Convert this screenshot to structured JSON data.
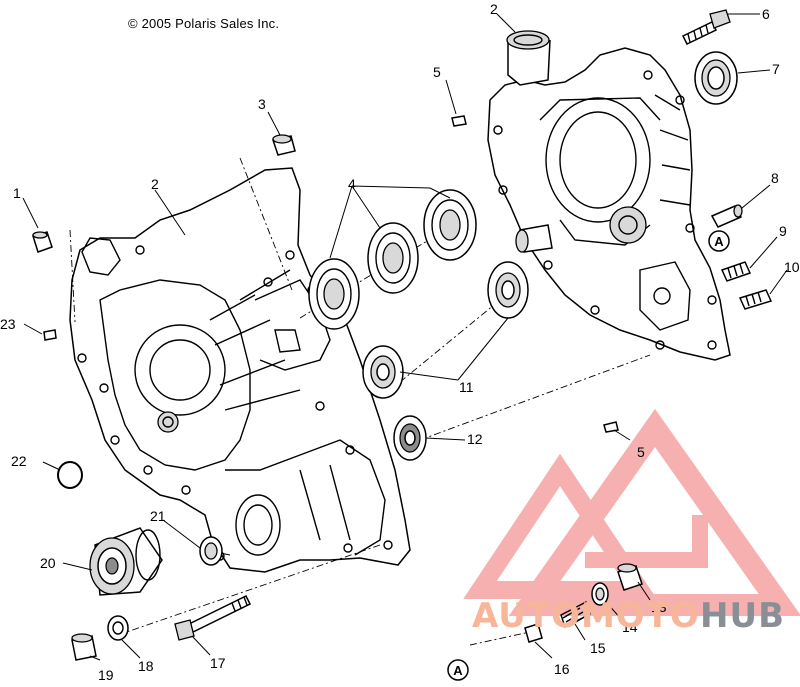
{
  "copyright": "© 2005 Polaris Sales Inc.",
  "callouts": [
    {
      "id": "c1",
      "text": "1"
    },
    {
      "id": "c2a",
      "text": "2"
    },
    {
      "id": "c2b",
      "text": "2"
    },
    {
      "id": "c3",
      "text": "3"
    },
    {
      "id": "c4",
      "text": "4"
    },
    {
      "id": "c5a",
      "text": "5"
    },
    {
      "id": "c5b",
      "text": "5"
    },
    {
      "id": "c6",
      "text": "6"
    },
    {
      "id": "c7",
      "text": "7"
    },
    {
      "id": "c8",
      "text": "8"
    },
    {
      "id": "c9",
      "text": "9"
    },
    {
      "id": "c10",
      "text": "10"
    },
    {
      "id": "c11",
      "text": "11"
    },
    {
      "id": "c12",
      "text": "12"
    },
    {
      "id": "c13",
      "text": "13"
    },
    {
      "id": "c14",
      "text": "14"
    },
    {
      "id": "c15",
      "text": "15"
    },
    {
      "id": "c16",
      "text": "16"
    },
    {
      "id": "c17",
      "text": "17"
    },
    {
      "id": "c18",
      "text": "18"
    },
    {
      "id": "c19",
      "text": "19"
    },
    {
      "id": "c20",
      "text": "20"
    },
    {
      "id": "c21",
      "text": "21"
    },
    {
      "id": "c22",
      "text": "22"
    },
    {
      "id": "c23",
      "text": "23"
    }
  ],
  "reference_marks": {
    "upper": "A",
    "lower": "A"
  },
  "watermark": {
    "part1": "AUTOMOTO",
    "part2": "HUB",
    "color1": "#f7b69a",
    "color2": "#8a8f96",
    "triangle_color": "#f07070"
  }
}
